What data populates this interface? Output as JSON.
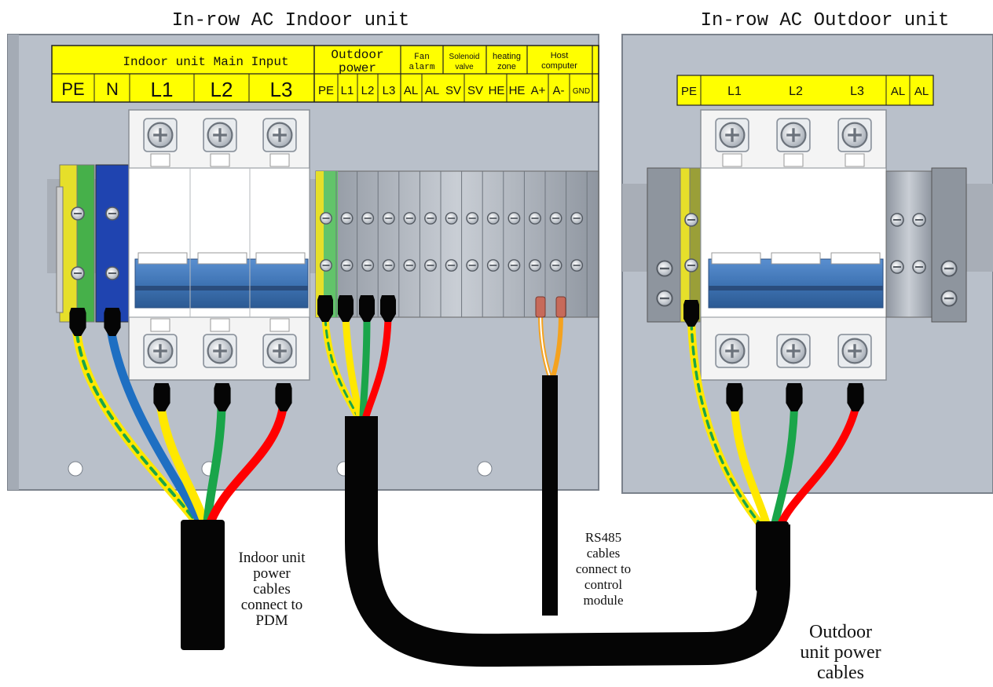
{
  "titles": {
    "indoor": "In-row AC Indoor unit",
    "outdoor": "In-row AC Outdoor unit"
  },
  "indoor_strip": {
    "main_input_header": "Indoor unit Main Input",
    "main_labels": [
      "PE",
      "N",
      "L1",
      "L2",
      "L3"
    ],
    "outdoor_power_header_1": "Outdoor",
    "outdoor_power_header_2": "power",
    "fan_alarm_1": "Fan",
    "fan_alarm_2": "alarm",
    "solenoid_1": "Solenoid",
    "solenoid_2": "valve",
    "heating_1": "heating",
    "heating_2": "zone",
    "host_1": "Host",
    "host_2": "computer",
    "small_labels": [
      "PE",
      "L1",
      "L2",
      "L3",
      "AL",
      "AL",
      "SV",
      "SV",
      "HE",
      "HE",
      "A+",
      "A-",
      "GND"
    ]
  },
  "outdoor_strip": {
    "labels": [
      "PE",
      "L1",
      "L2",
      "L3",
      "AL",
      "AL"
    ]
  },
  "notes": {
    "indoor_power": [
      "Indoor unit",
      "power",
      "cables",
      "connect to",
      "PDM"
    ],
    "rs485": [
      "RS485",
      "cables",
      "connect to",
      "control",
      "module"
    ],
    "outdoor_power": [
      "Outdoor",
      "unit power",
      "cables"
    ]
  },
  "colors": {
    "panel": "#b9c0ca",
    "label_yellow": "#ffff00",
    "pe_yellow": "#f2ea1a",
    "pe_green": "#3aaa35",
    "neutral_blue": "#1f5fb8",
    "breaker_handle": "#3f74b4",
    "wire_red": "#ff0000",
    "wire_green": "#1aa54a",
    "wire_yellow": "#ffe800",
    "wire_blue": "#1e6fc2",
    "rs485_orange": "#f4a21f",
    "cable_black": "#050505"
  }
}
